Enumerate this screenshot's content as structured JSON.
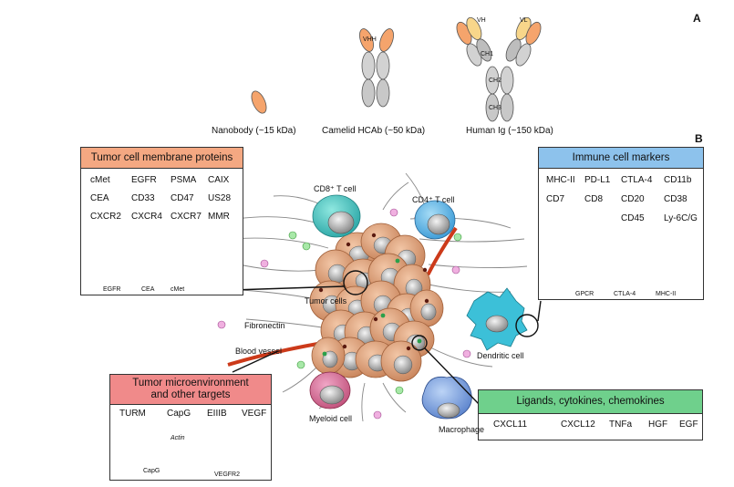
{
  "panel_a": {
    "letter": "A",
    "antibodies": [
      {
        "label": "Human Ig (~150 kDa)"
      },
      {
        "label": "Camelid HCAb (~50 kDa)"
      },
      {
        "label": "Nanobody (~15 kDa)"
      }
    ],
    "domain_labels": {
      "vh": "VH",
      "vl": "VL",
      "ch1": "CH1",
      "ch2": "CH2",
      "ch3": "CH3",
      "vhh": "VHH"
    }
  },
  "panel_b": {
    "letter": "B",
    "tumor_membrane": {
      "title": "Tumor cell membrane proteins",
      "rows": [
        [
          "cMet",
          "EGFR",
          "PSMA",
          "CAIX"
        ],
        [
          "CEA",
          "CD33",
          "CD47",
          "US28"
        ],
        [
          "CXCR2",
          "CXCR4",
          "CXCR7",
          "MMR"
        ]
      ],
      "receptors": [
        "cMet",
        "CEA",
        "EGFR"
      ],
      "colors": {
        "header": "#f4a882"
      }
    },
    "immune_markers": {
      "title": "Immune cell markers",
      "rows": [
        [
          "MHC-II",
          "PD-L1",
          "CTLA-4",
          "CD11b"
        ],
        [
          "CD7",
          "CD8",
          "CD20",
          "CD38"
        ],
        [
          "CD45",
          "Ly-6C/G"
        ]
      ],
      "receptors": [
        "MHC-II",
        "CTLA-4",
        "GPCR"
      ],
      "colors": {
        "header": "#8dc2ec"
      }
    },
    "microenv": {
      "title_line1": "Tumor microenvironment",
      "title_line2": "and other targets",
      "items": [
        "VEGF",
        "EIIIB",
        "CapG",
        "TURM"
      ],
      "receptors": [
        "VEGFR2",
        "CapG"
      ],
      "actin": "Actin",
      "colors": {
        "header": "#f08a8a"
      }
    },
    "ligands": {
      "title": "Ligands, cytokines, chemokines",
      "items": [
        "EGF",
        "HGF",
        "TNFa",
        "CXCL12",
        "CXCL11"
      ],
      "colors": {
        "header": "#6fd08c"
      }
    },
    "cells": {
      "cd8": "CD8⁺ T cell",
      "cd4": "CD4⁺ T cell",
      "tumor": "Tumor cells",
      "fibronectin": "Fibronectin",
      "blood_vessel": "Blood vessel",
      "dendritic": "Dendritic cell",
      "myeloid": "Myeloid cell",
      "macrophage": "Macrophage"
    }
  }
}
